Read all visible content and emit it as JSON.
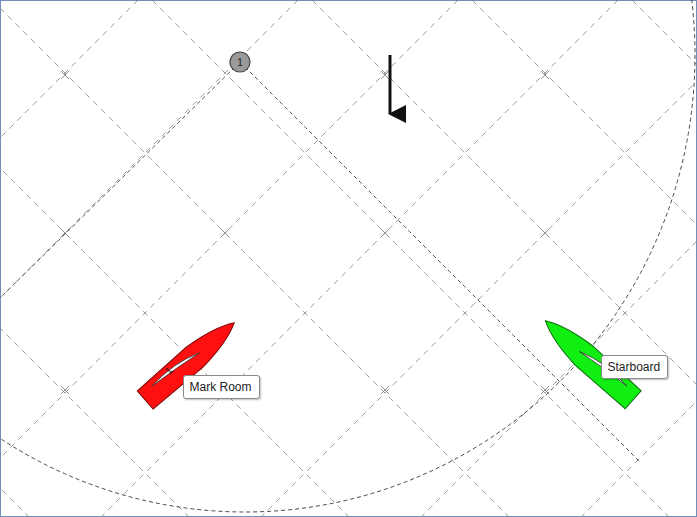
{
  "diagram": {
    "nodes": [
      {
        "text": [
          "1"
        ]
      },
      {
        "text": [
          "Mark Room"
        ]
      },
      {
        "text": [
          "Starboard"
        ]
      }
    ],
    "labels": [
      "1"
    ]
  }
}
